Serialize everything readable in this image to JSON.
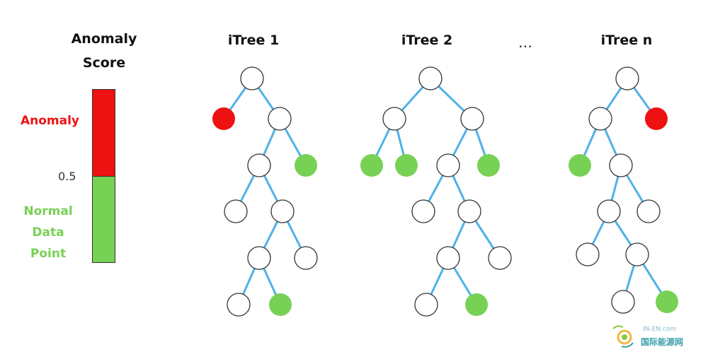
{
  "score": {
    "title_line1": "Anomaly",
    "title_line2": "Score",
    "anomaly_label": "Anomaly",
    "threshold": "0.5",
    "normal_line1": "Normal",
    "normal_line2": "Data",
    "normal_line3": "Point",
    "anomaly_color": "#ee1111",
    "normal_color": "#77d155"
  },
  "trees": {
    "tree1_title": "iTree 1",
    "tree2_title": "iTree 2",
    "ellipsis": "…",
    "treen_title": "iTree n",
    "edge_color": "#4eb2e8"
  },
  "watermark": {
    "top": "IN-EN.com",
    "bottom": "国际能源网"
  }
}
